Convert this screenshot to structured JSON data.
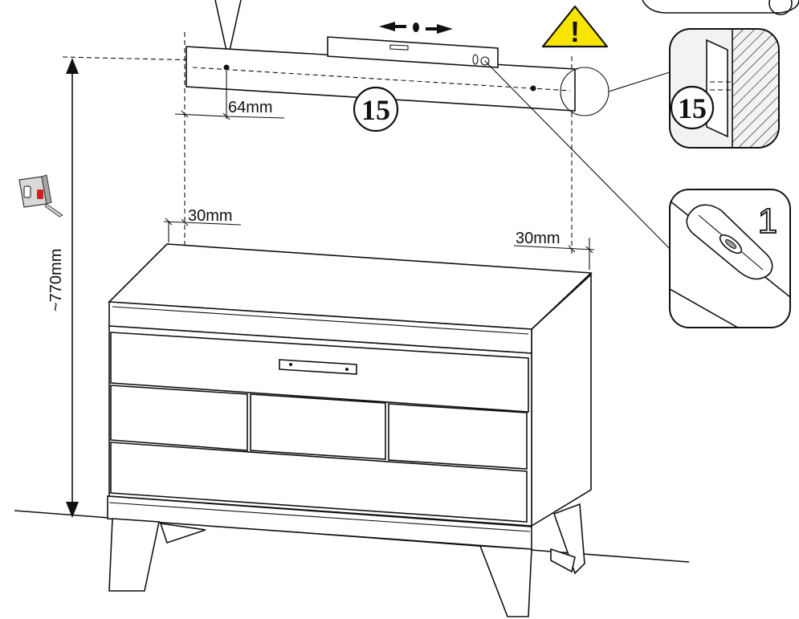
{
  "dimensions": {
    "height_label": "~770mm",
    "hole_offset_label": "64mm",
    "left_clearance_label": "30mm",
    "right_clearance_label": "30mm"
  },
  "parts": {
    "rail_part_number": "15",
    "detail_part_number": "15"
  },
  "steps": {
    "level_step_number": "1"
  },
  "warning": {
    "symbol": "!",
    "color": "#f7e400"
  },
  "icons": {
    "tape_measure": "tape-measure-icon",
    "level": "spirit-level-icon",
    "direction": "left-right-arrows-icon"
  }
}
